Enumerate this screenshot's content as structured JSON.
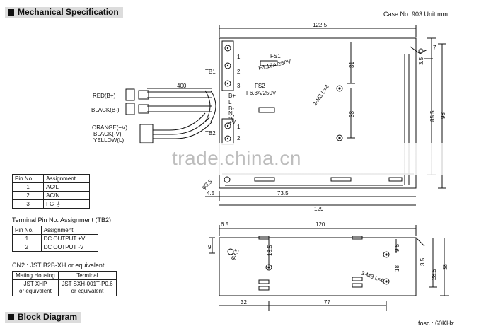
{
  "headers": {
    "mechanical": "Mechanical Specification",
    "block": "Block Diagram"
  },
  "case_info": "Case No. 903    Unit:mm",
  "fosc": "fosc : 60KHz",
  "watermark": "trade.china.cn",
  "top_view": {
    "dims": {
      "d122_5": "122.5",
      "d7": "7",
      "d3_5a": "3.5",
      "d31": "31",
      "d33": "33",
      "d85_5": "85.5",
      "d98": "98",
      "d400": "400",
      "d3_5b": "3.5",
      "d4_5": "4.5",
      "d73_5": "73.5",
      "d129": "129"
    },
    "hole_label": "2-M3 L=4",
    "phi": "φ3.5",
    "fs1": "FS1",
    "fs1_val": "F3.15A/250V",
    "fs2": "FS2",
    "fs2_val": "F6.3A/250V",
    "tb1": "TB1",
    "tb2": "TB2",
    "tb1_pins": [
      "1",
      "2",
      "3"
    ],
    "tb2_pins": [
      "1",
      "2"
    ],
    "pin_marks": [
      "B+",
      "L",
      "B-",
      "N",
      "-V",
      "+V"
    ],
    "wires": [
      "RED(B+)",
      "BLACK(B-)",
      "ORANGE(+V)",
      "BLACK(-V)",
      "YELLOW(L)"
    ]
  },
  "side_view": {
    "dims": {
      "d6_5": "6.5",
      "d120": "120",
      "d9": "9",
      "d18_5": "18.5",
      "d9_5": "9.5",
      "d3_5": "3.5",
      "d18": "18",
      "d28_5": "28.5",
      "d38": "38",
      "d32": "32",
      "d77": "77"
    },
    "hole_label": "3-M3 L=6",
    "phi": "φ3.5"
  },
  "tb1_table": {
    "header": [
      "Pin No.",
      "Assignment"
    ],
    "rows": [
      [
        "1",
        "AC/L"
      ],
      [
        "2",
        "AC/N"
      ],
      [
        "3",
        "FG ⏚"
      ]
    ]
  },
  "tb2_title": "Terminal Pin No. Assignment (TB2)",
  "tb2_table": {
    "header": [
      "Pin No.",
      "Assignment"
    ],
    "rows": [
      [
        "1",
        "DC OUTPUT +V"
      ],
      [
        "2",
        "DC OUTPUT -V"
      ]
    ]
  },
  "cn2_title": "CN2 : JST B2B-XH or equivalent",
  "cn2_table": {
    "header": [
      "Mating Housing",
      "Terminal"
    ],
    "row": [
      "JST XHP",
      "or equivalent",
      "JST SXH-001T-P0.6",
      "or equivalent"
    ]
  }
}
